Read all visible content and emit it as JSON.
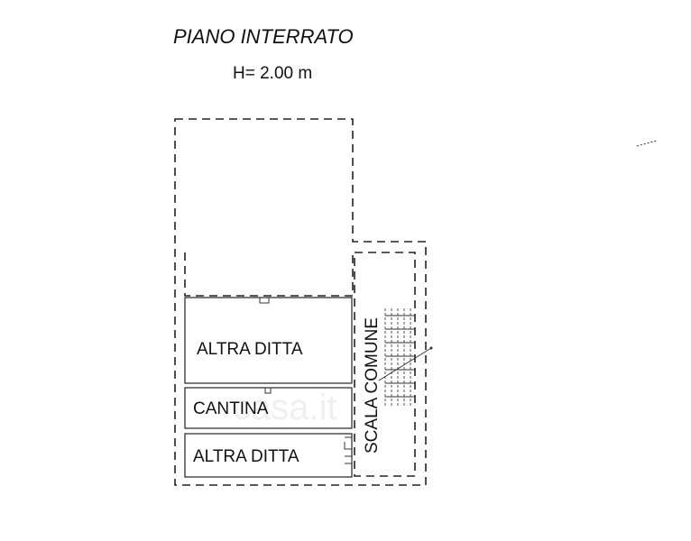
{
  "plan": {
    "title": "PIANO INTERRATO",
    "height_note": "H= 2.00 m",
    "rooms": {
      "altra_ditta_top": "ALTRA DITTA",
      "cantina": "CANTINA",
      "altra_ditta_bottom": "ALTRA DITTA",
      "scala_comune": "SCALA COMUNE"
    },
    "watermark": "casa.it"
  }
}
